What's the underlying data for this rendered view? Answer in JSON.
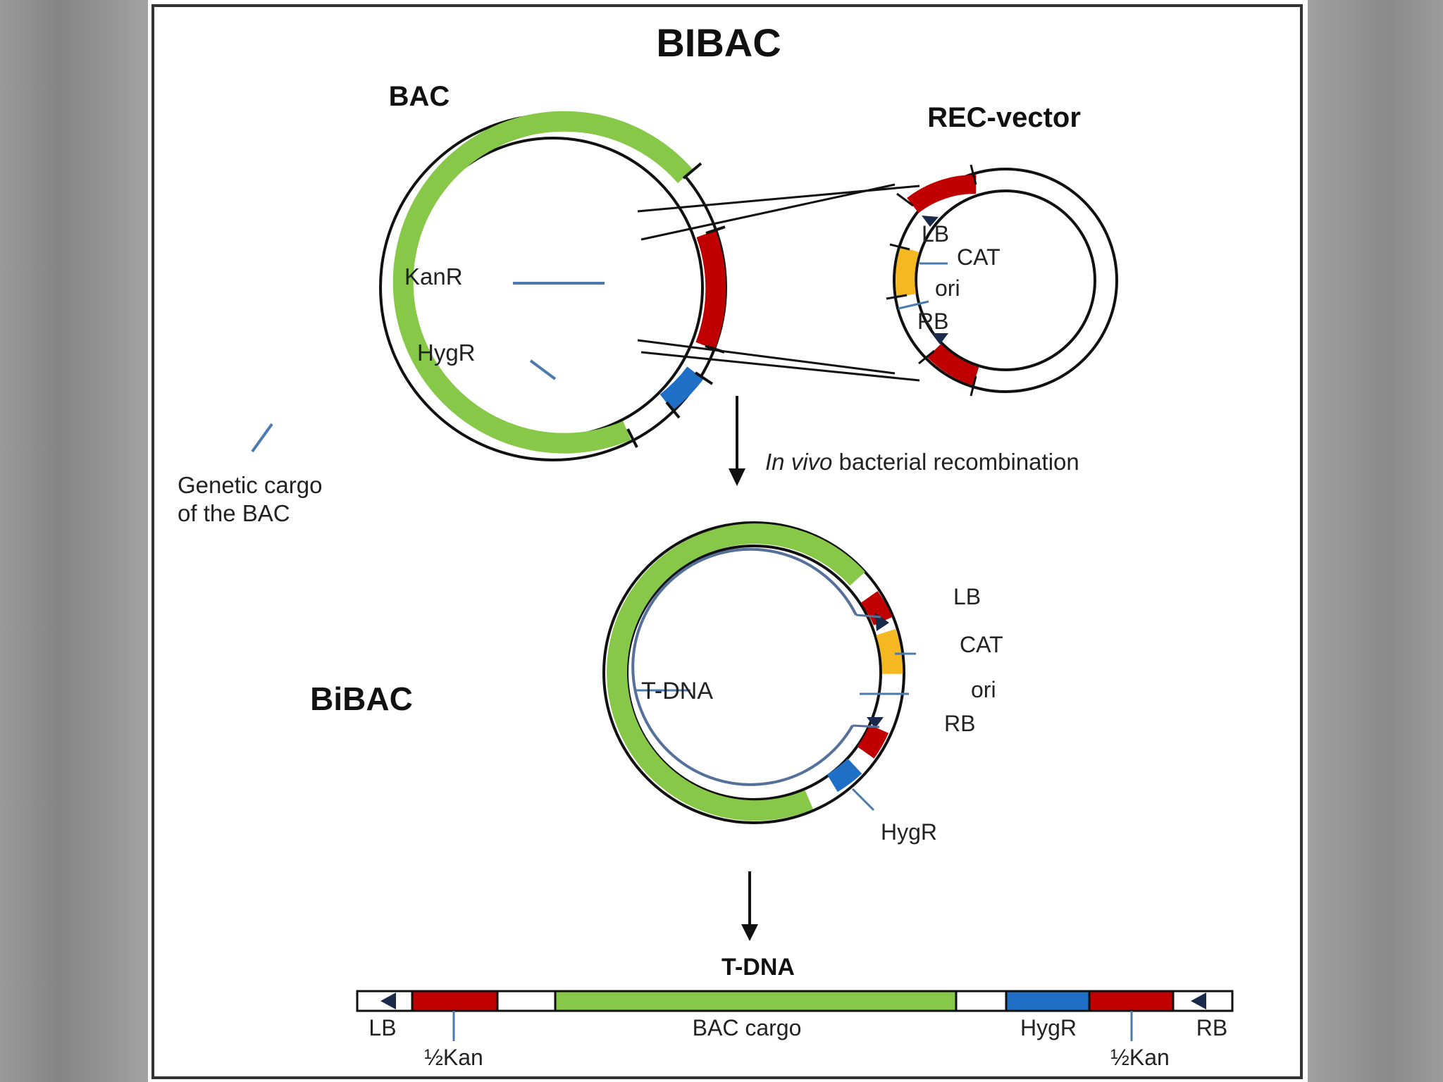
{
  "title": "BIBAC",
  "bac": {
    "title": "BAC",
    "labels": {
      "kanr": "KanR",
      "hygr": "HygR"
    },
    "cargo_label_line1": "Genetic cargo",
    "cargo_label_line2": "of the BAC"
  },
  "rec": {
    "title": "REC-vector",
    "labels": {
      "lb": "LB",
      "cat": "CAT",
      "ori": "ori",
      "rb": "RB"
    }
  },
  "step1": {
    "italic": "In vivo",
    "rest": " bacterial recombination"
  },
  "bibac": {
    "title": "BiBAC",
    "labels": {
      "tdna": "T-DNA",
      "lb": "LB",
      "cat": "CAT",
      "ori": "ori",
      "rb": "RB",
      "hygr": "HygR"
    }
  },
  "tdna": {
    "title": "T-DNA",
    "labels": {
      "lb": "LB",
      "kan_left": "½Kan",
      "cargo": "BAC cargo",
      "hygr": "HygR",
      "kan_right": "½Kan",
      "rb": "RB"
    }
  },
  "colors": {
    "green": "#88c848",
    "red": "#c00000",
    "blue": "#1f6fc6",
    "yellow": "#f5b820",
    "leader": "#4a7bb0",
    "tdna_arc": "#55709a"
  }
}
